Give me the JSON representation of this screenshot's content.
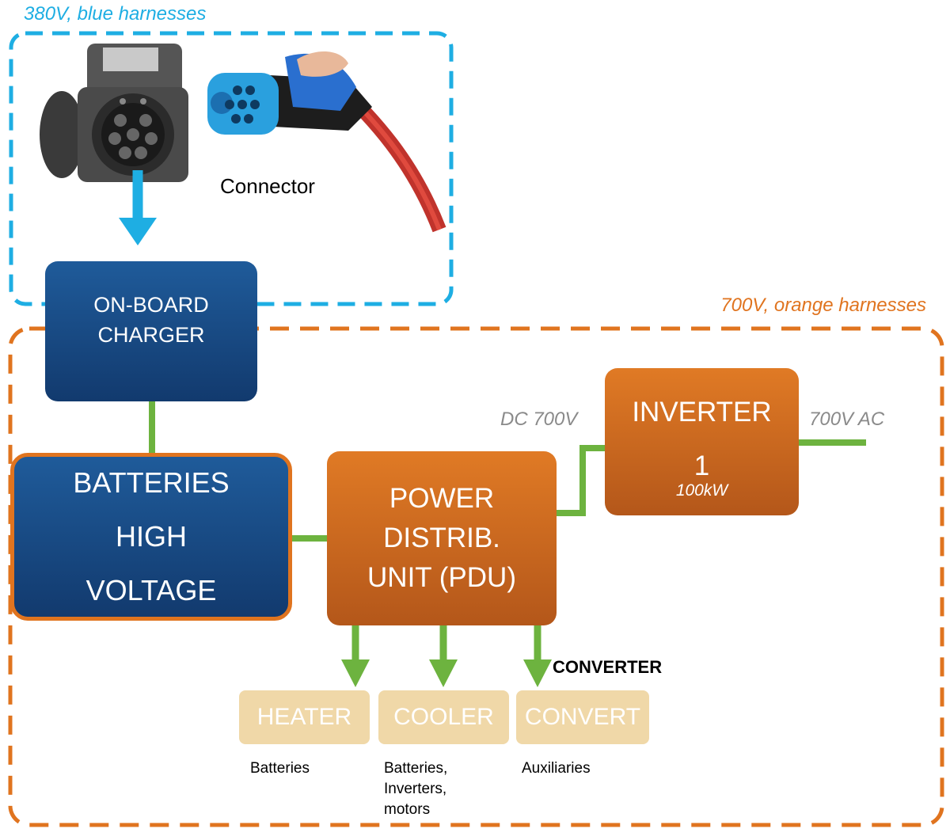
{
  "zones": {
    "blue_label": "380V, blue harnesses",
    "orange_label": "700V, orange harnesses"
  },
  "connector": {
    "label": "Connector"
  },
  "obc": {
    "line1": "ON-BOARD",
    "line2": "CHARGER"
  },
  "batteries": {
    "line1": "BATTERIES",
    "line2": "HIGH",
    "line3": "VOLTAGE"
  },
  "pdu": {
    "line1": "POWER",
    "line2": "DISTRIB.",
    "line3": "UNIT (PDU)"
  },
  "inverter": {
    "line1": "INVERTER",
    "line2": "1",
    "power": "100kW"
  },
  "voltages": {
    "dc": "DC 700V",
    "ac": "700V AC"
  },
  "converter_label": "CONVERTER",
  "loads": {
    "heater": {
      "label": "HEATER",
      "caption": [
        "Batteries"
      ]
    },
    "cooler": {
      "label": "COOLER",
      "caption": [
        "Batteries,",
        "Inverters,",
        "motors"
      ]
    },
    "convert": {
      "label": "CONVERT",
      "caption": [
        "Auxiliaries"
      ]
    }
  },
  "colors": {
    "blue_zone": "#1eaee3",
    "orange_zone": "#e0741f",
    "harness_green": "#6db33f",
    "box_blue": "#1f5b9a",
    "box_orange": "#d8701f",
    "load_tan": "#f0d8a8"
  }
}
